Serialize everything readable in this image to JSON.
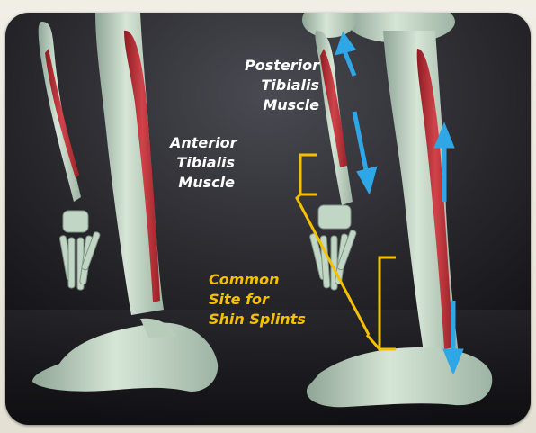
{
  "image": {
    "description_label": "Leg anatomy illustration",
    "labels": {
      "posterior": "Posterior\nTibialis\nMuscle",
      "anterior": "Anterior\nTibialis\nMuscle",
      "common_site": "Common\nSite for\nShin Splints"
    },
    "colors": {
      "background_top": "#3a3a40",
      "background_bottom": "#0d0d10",
      "bone": "#c9dccb",
      "muscle": "#c8323a",
      "bracket": "#f5c000",
      "arrow": "#2fa6e6",
      "label_white": "#ffffff",
      "label_yellow": "#f5c000"
    }
  }
}
